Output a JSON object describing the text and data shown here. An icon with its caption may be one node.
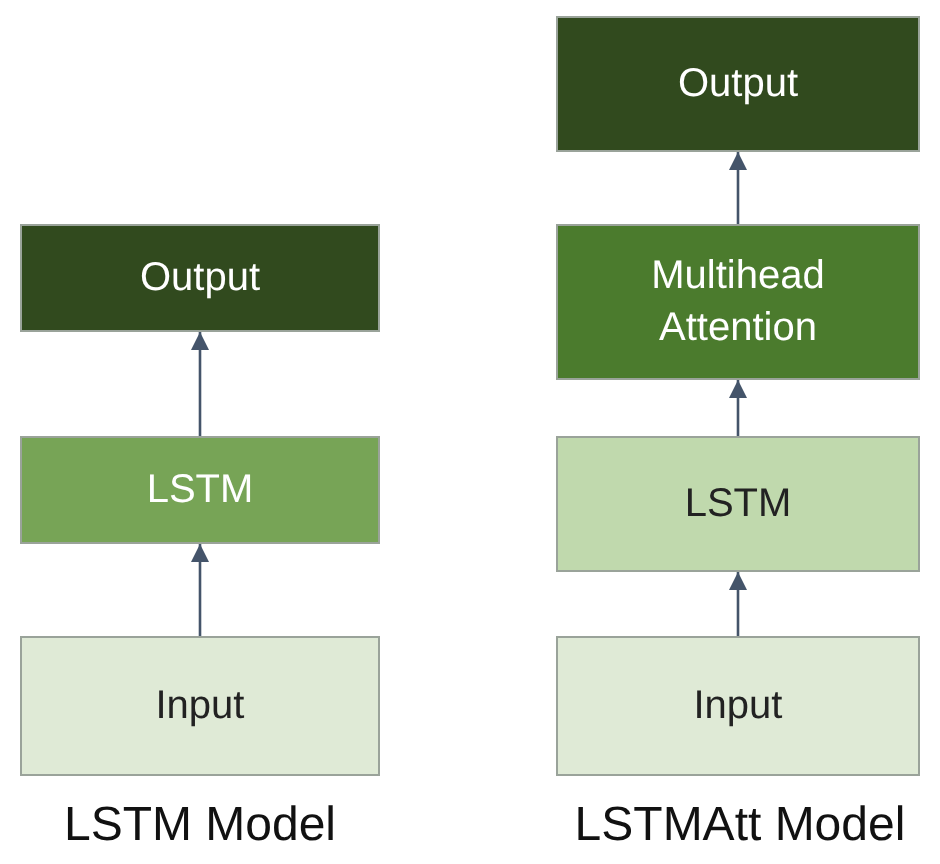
{
  "diagram": {
    "nodes": [
      {
        "text": [
          "Output"
        ]
      },
      {
        "text": [
          "LSTM"
        ]
      },
      {
        "text": [
          "Input"
        ]
      },
      {
        "text": [
          "Output"
        ]
      },
      {
        "text": [
          "Multihead Attention"
        ]
      },
      {
        "text": [
          "LSTM"
        ]
      },
      {
        "text": [
          "Input"
        ]
      }
    ],
    "edges": [
      {
        "from": 2,
        "to": 1,
        "arrow": "to"
      },
      {
        "from": 1,
        "to": 0,
        "arrow": "to"
      },
      {
        "from": 6,
        "to": 5,
        "arrow": "to"
      },
      {
        "from": 5,
        "to": 4,
        "arrow": "to"
      },
      {
        "from": 4,
        "to": 3,
        "arrow": "to"
      }
    ],
    "labels": [
      "LSTM Model",
      "LSTMAtt Model"
    ]
  }
}
